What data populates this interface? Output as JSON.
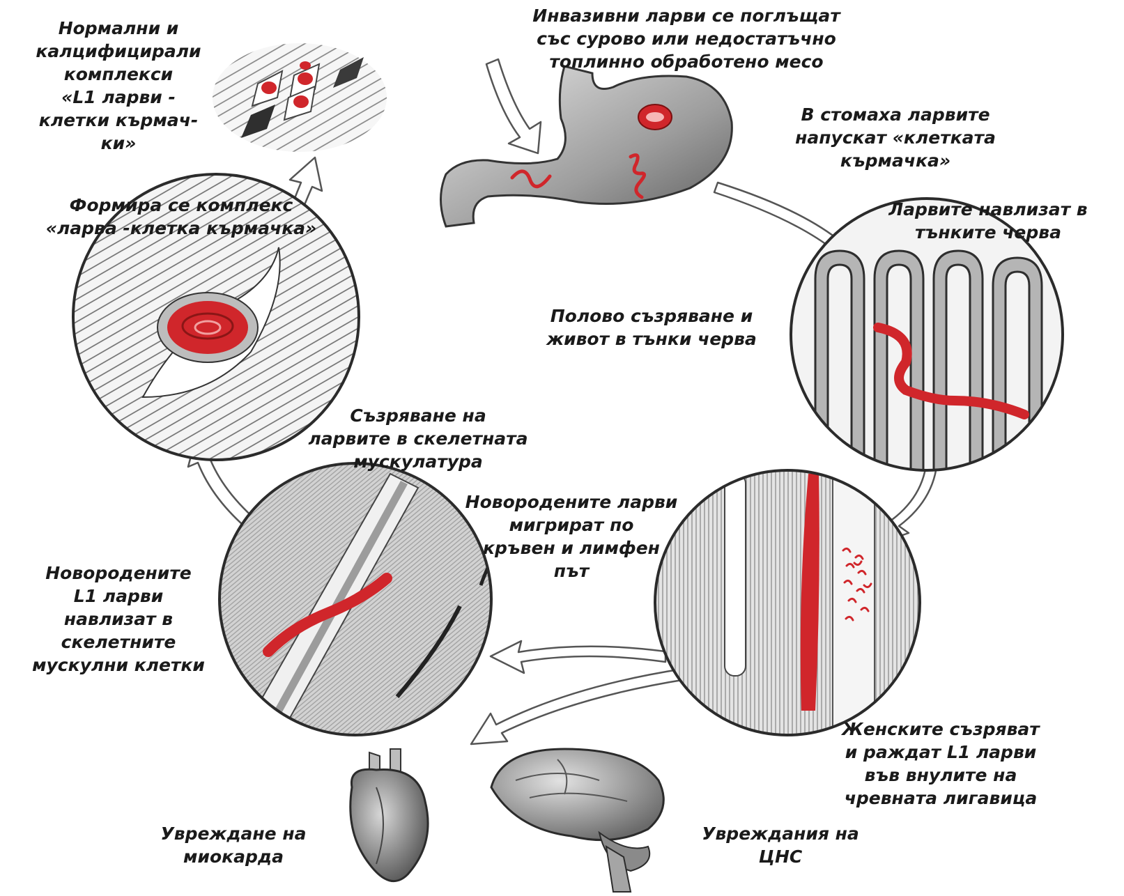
{
  "labels": {
    "ingest": [
      "Инвазивни ларви се поглъщат",
      "със сурово или недостатъчно",
      "топлинно обработено месо"
    ],
    "stomach": [
      "В стомаха ларвите",
      "напускат «клетката",
      "кърмачка»"
    ],
    "intestine_enter": [
      "Ларвите навлизат в",
      "тънките черва"
    ],
    "maturation_intestine": [
      "Полово съзряване и",
      "живот в тънки черва"
    ],
    "females": [
      "Женските съзряват",
      "и раждат L1 ларви",
      "във внулите на",
      "чревната лигавица"
    ],
    "migration": [
      "Новородените ларви",
      "мигрират по",
      "кръвен и лимфен",
      "път"
    ],
    "newborn_muscle": [
      "Новородените",
      "L1 ларви",
      "навлизат в",
      "скелетните",
      "мускулни клетки"
    ],
    "muscle_maturation": [
      "Съзряване на",
      "ларвите в скелетната",
      "мускулатура"
    ],
    "complex_forms": [
      "Формира се комплекс",
      "«ларва -клетка кърмачка»"
    ],
    "calcified": [
      "Нормални и",
      "калцифицирали",
      "комплекси",
      "«L1 ларви -",
      "клетки кърмач-",
      "ки»"
    ],
    "myocardium": [
      "Увреждане на",
      "миокарда"
    ],
    "cns": [
      "Увреждания на",
      "ЦНС"
    ]
  },
  "colors": {
    "larva_red": "#d0262b",
    "tissue_gray": "#9a9a9a",
    "outline": "#3a3a3a",
    "arrow_fill": "#ffffff"
  }
}
